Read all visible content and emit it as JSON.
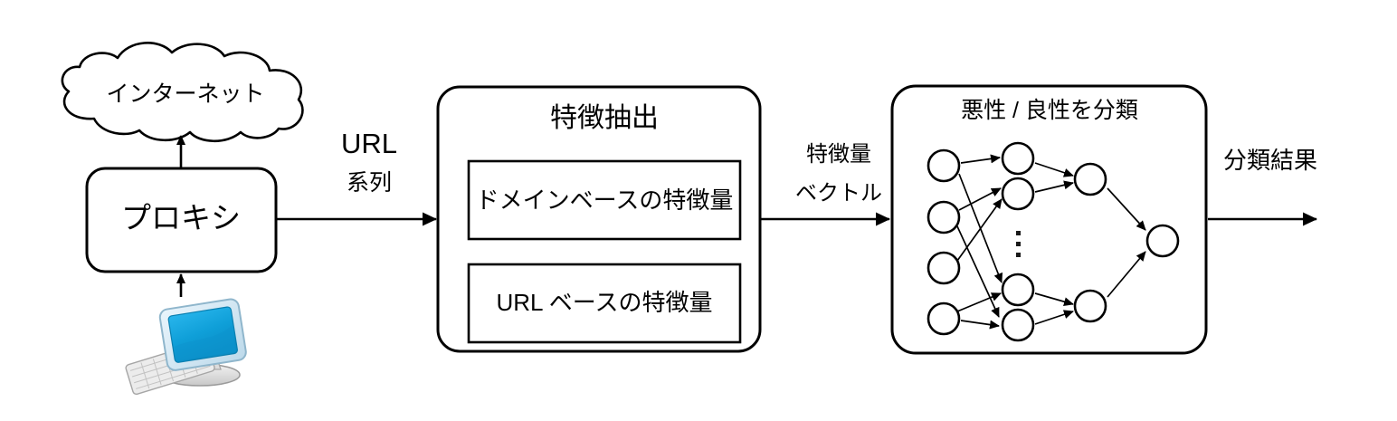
{
  "diagram": {
    "title": "URL classification pipeline",
    "nodes": {
      "internet": {
        "label": "インターネット",
        "shape": "cloud"
      },
      "proxy": {
        "label": "プロキシ",
        "shape": "rounded-rect"
      },
      "client": {
        "label": "client-computer",
        "shape": "computer-icon"
      },
      "feature_extraction": {
        "title": "特徴抽出",
        "shape": "rounded-rect",
        "sub_boxes": [
          {
            "label": "ドメインベースの特徴量"
          },
          {
            "label": "URL ベースの特徴量"
          }
        ]
      },
      "classifier": {
        "title": "悪性 / 良性を分類",
        "shape": "rounded-rect",
        "network": {
          "ellipsis": "⋮",
          "layers": [
            {
              "name": "input",
              "count": 4
            },
            {
              "name": "hidden-1",
              "count": 4
            },
            {
              "name": "hidden-2",
              "count": 2
            },
            {
              "name": "output",
              "count": 1
            }
          ]
        }
      }
    },
    "edge_labels": {
      "url": {
        "line1": "URL",
        "line2": "系列"
      },
      "feature_vector": {
        "line1": "特徴量",
        "line2": "ベクトル"
      },
      "result": {
        "line1": "分類結果"
      }
    },
    "colors": {
      "stroke": "#000000",
      "background": "#ffffff",
      "screen_blue": "#0d9ddb",
      "bezel": "#cfe7f5",
      "device_gray": "#d9d9d9"
    }
  }
}
